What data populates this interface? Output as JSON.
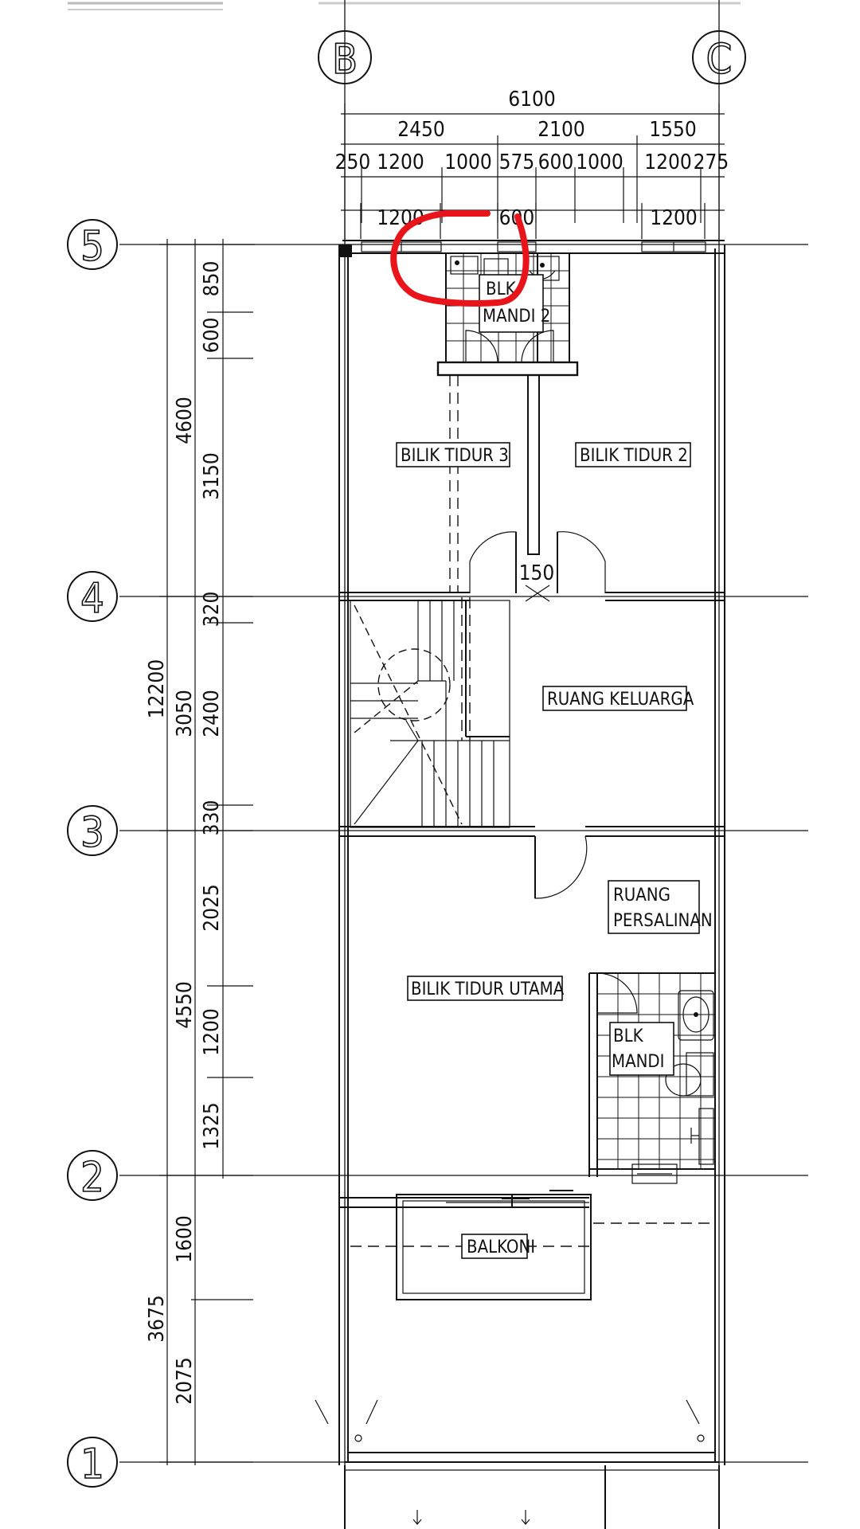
{
  "grid_labels": {
    "col_b": "B",
    "col_c": "C",
    "row_1": "1",
    "row_2": "2",
    "row_3": "3",
    "row_4": "4",
    "row_5": "5"
  },
  "dimensions_top": {
    "overall": "6100",
    "segment_1": "2450",
    "segment_2": "2100",
    "segment_3": "1550",
    "sub_1": "250",
    "sub_2": "1200",
    "sub_3": "1000",
    "sub_4": "575",
    "sub_5": "600",
    "sub_6": "1000",
    "sub_7": "1200",
    "sub_8": "275",
    "window_1": "1200",
    "window_2": "600",
    "window_3": "1200"
  },
  "dimensions_left": {
    "overall": "12200",
    "zone_a": "4600",
    "zone_b": "3050",
    "zone_c": "4550",
    "zone_d": "3675",
    "sub_850": "850",
    "sub_600": "600",
    "sub_3150": "3150",
    "sub_320": "320",
    "sub_2400": "2400",
    "sub_330": "330",
    "sub_2025": "2025",
    "sub_1200": "1200",
    "sub_1325": "1325",
    "sub_1600": "1600",
    "sub_2075": "2075"
  },
  "inner_dimension": "150",
  "rooms": {
    "bathroom_2_line1": "BLK",
    "bathroom_2_line2": "MANDI 2",
    "bedroom_3": "BILIK TIDUR 3",
    "bedroom_2": "BILIK TIDUR 2",
    "family_room": "RUANG KELUARGA",
    "dressing_line1": "RUANG",
    "dressing_line2": "PERSALINAN",
    "master_bedroom": "BILIK TIDUR UTAMA",
    "bathroom_line1": "BLK",
    "bathroom_line2": "MANDI",
    "balcony": "BALKONI"
  },
  "annotation": {
    "color": "#e8141a",
    "type": "hand-drawn circle around bathroom 2 sink"
  }
}
